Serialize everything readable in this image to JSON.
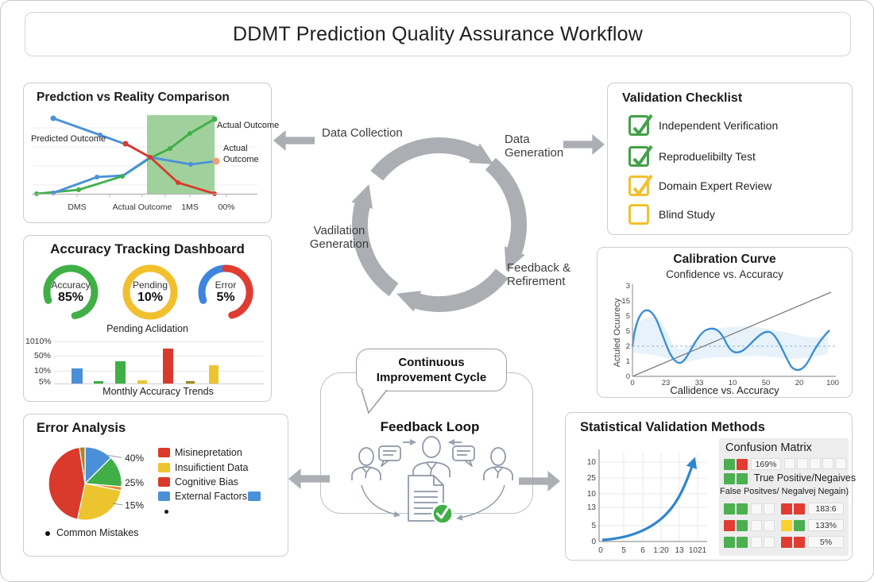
{
  "title": "DDMT Prediction Quality Assurance Workflow",
  "prediction": {
    "title": "Predction vs Reality Comparison",
    "label_predicted": "Predicted Outcome",
    "label_actual_top": "Actual Outcome",
    "label_actual_side_1": "Actual",
    "label_actual_side_2": "Outcome",
    "x_ticks": [
      "DMS",
      "Actual Outcome",
      "1MS",
      "00%"
    ]
  },
  "dashboard": {
    "title": "Accuracy Tracking Dashboard",
    "gauges": [
      {
        "label": "Accuracy",
        "value": "85%",
        "color": "#3faf46"
      },
      {
        "label": "Pending",
        "value": "10%",
        "color": "#f2c02e"
      },
      {
        "label": "Error",
        "value": "5%",
        "color": "#e03c31"
      }
    ],
    "subtitle": "Pending Aclidation",
    "bar_y_ticks": [
      "1010%",
      "50%",
      "10%",
      "5%"
    ],
    "bar_x_label": "Monthly Accuracy Trends"
  },
  "error_analysis": {
    "title": "Error Analysis",
    "pct_labels": [
      "40%",
      "25%",
      "15%"
    ],
    "legend": [
      {
        "label": "Misinepretation",
        "color": "#d93a2b"
      },
      {
        "label": "Insuifictient Data",
        "color": "#ecc52e"
      },
      {
        "label": "Cognitive Bias",
        "color": "#d93a2b"
      },
      {
        "label": "External Factors",
        "color": "#4a90d9"
      }
    ],
    "footnote": "Common Mistakes"
  },
  "cycle": {
    "stage_top_left": "Data Collection",
    "stage_right_1": "Data",
    "stage_right_2": "Generation",
    "stage_left_1": "Vadilation",
    "stage_left_2": "Generation",
    "stage_bottom_1": "Feedback &",
    "stage_bottom_2": "Refirement"
  },
  "improvement": {
    "bubble_line1": "Continuous",
    "bubble_line2": "Improvement Cycle",
    "loop_title": "Feedback Loop"
  },
  "checklist": {
    "title": "Validation Checklist",
    "items": [
      {
        "label": "Independent Verification",
        "state": "checked",
        "color": "green"
      },
      {
        "label": "Reproduelibilty Test",
        "state": "checked",
        "color": "green"
      },
      {
        "label": "Domain Expert Review",
        "state": "checked",
        "color": "yellow"
      },
      {
        "label": "Blind Study",
        "state": "unchecked",
        "color": "yellow"
      }
    ]
  },
  "calibration": {
    "title": "Calibration Curve",
    "subtitle": "Confidence vs. Accuracy",
    "y_label": "Actuled Ocuurecy",
    "x_label": "Callidence vs. Accuracy",
    "y_ticks": [
      "3",
      "15",
      "5",
      "5",
      "2",
      "1",
      "0"
    ],
    "x_ticks": [
      "0",
      "23",
      "33",
      "10",
      "50",
      "20",
      "100"
    ]
  },
  "statistical": {
    "title": "Statistical Validation Methods",
    "y_ticks": [
      "10",
      "25",
      "10",
      "13",
      "5",
      "0"
    ],
    "x_ticks": [
      "0",
      "5",
      "6",
      "1:20",
      "13",
      "1021"
    ],
    "confusion": {
      "title": "Confusion Matrix",
      "row1_value": "169%",
      "row2_text": "True Positive/Negaives",
      "row3_text": "False Positves/ Negalvej Negain)",
      "values": [
        "183:6",
        "133%",
        "5%"
      ]
    }
  },
  "colors": {
    "green": "#3faf46",
    "yellow": "#ecc52e",
    "red": "#d93a2b",
    "blue": "#4a90d9",
    "arrow_gray": "#abaeb3"
  },
  "chart_data": [
    {
      "type": "line",
      "title": "Predction vs Reality Comparison",
      "x_tick_labels_as_shown": [
        "DMS",
        "Actual Outcome",
        "1MS",
        "00%"
      ],
      "series": [
        {
          "name": "Predicted Outcome (blue, descending)",
          "color": "#4a90d9",
          "values": [
            95,
            75,
            62,
            48,
            40,
            43
          ]
        },
        {
          "name": "Blue ascending branch",
          "color": "#4a90d9",
          "values": [
            2,
            22,
            24,
            48
          ]
        },
        {
          "name": "Actual Outcome (green, ascending)",
          "color": "#3faf46",
          "values": [
            2,
            8,
            23,
            47,
            58,
            76,
            94
          ]
        },
        {
          "name": "Red descending",
          "color": "#d93a2b",
          "values": [
            63,
            47,
            15,
            2
          ]
        }
      ],
      "highlight_band": {
        "x_from": 0.47,
        "x_to": 0.77,
        "color": "#8fc98b"
      }
    },
    {
      "type": "gauge",
      "title": "Accuracy Tracking Dashboard",
      "gauges": [
        {
          "label": "Accuracy",
          "value": 85,
          "color": "#3faf46"
        },
        {
          "label": "Pending",
          "value": 10,
          "color": "#ecc52e"
        },
        {
          "label": "Error",
          "value": 5,
          "colors": [
            "#4a90d9",
            "#e03c31"
          ]
        }
      ]
    },
    {
      "type": "bar",
      "title": "Monthly Accuracy Trends",
      "y_tick_labels_as_shown": [
        "1010%",
        "50%",
        "10%",
        "5%"
      ],
      "values": [
        19,
        3,
        28,
        4,
        44,
        3,
        23
      ],
      "bar_colors": [
        "#4a90d9",
        "#3faf46",
        "#3faf46",
        "#ecc52e",
        "#d93a2b",
        "#9e891f",
        "#ecc52e"
      ]
    },
    {
      "type": "pie",
      "title": "Error Analysis",
      "labels": [
        "External Factors (blue)",
        "green slice",
        "orange sliver",
        "Insuifictient Data (yellow)",
        "Misinepretation (red)",
        "brown sliver"
      ],
      "values": [
        12.5,
        14,
        1.5,
        25,
        44.5,
        2.5
      ],
      "callout_labels": [
        "40%",
        "25%",
        "15%"
      ],
      "legend_position": "right"
    },
    {
      "type": "line",
      "title": "Calibration Curve — Confidence vs. Accuracy",
      "y_tick_labels_as_shown": [
        "3",
        "15",
        "5",
        "5",
        "2",
        "1",
        "0"
      ],
      "x_tick_labels_as_shown": [
        "0",
        "23",
        "33",
        "10",
        "50",
        "20",
        "100"
      ],
      "series": [
        {
          "name": "calibration wave",
          "color": "#3d8fd6",
          "shape": "oscillating around dashed baseline ~2"
        },
        {
          "name": "ideal diagonal",
          "color": "#7d7d7d",
          "shape": "straight from origin to top right"
        }
      ],
      "band": "light blue confidence band around wave"
    },
    {
      "type": "line",
      "title": "Statistical Validation Methods",
      "y_tick_labels_as_shown": [
        "10",
        "25",
        "10",
        "13",
        "5",
        "0"
      ],
      "x_tick_labels_as_shown": [
        "0",
        "5",
        "6",
        "1:20",
        "13",
        "1021"
      ],
      "series": [
        {
          "name": "exponential growth curve",
          "color": "#2e86d0",
          "values": [
            5,
            5.5,
            7,
            10,
            16,
            28,
            45
          ]
        }
      ],
      "grid": true
    },
    {
      "type": "table",
      "title": "Confusion Matrix",
      "rows": [
        {
          "squares": [
            "green",
            "red"
          ],
          "value": "169%"
        },
        {
          "squares": [
            "green",
            "green"
          ],
          "value": "True Positive/Negaives"
        },
        {
          "text": "False Positves/ Negalvej Negain)"
        },
        {
          "left_squares": [
            "green",
            "green"
          ],
          "right_squares": [
            "red",
            "red"
          ],
          "value": "183:6"
        },
        {
          "left_squares": [
            "red",
            "green"
          ],
          "right_squares": [
            "yellow",
            "green"
          ],
          "value": "133%"
        },
        {
          "left_squares": [
            "green",
            "green"
          ],
          "right_squares": [
            "red",
            "red"
          ],
          "value": "5%"
        }
      ]
    }
  ]
}
